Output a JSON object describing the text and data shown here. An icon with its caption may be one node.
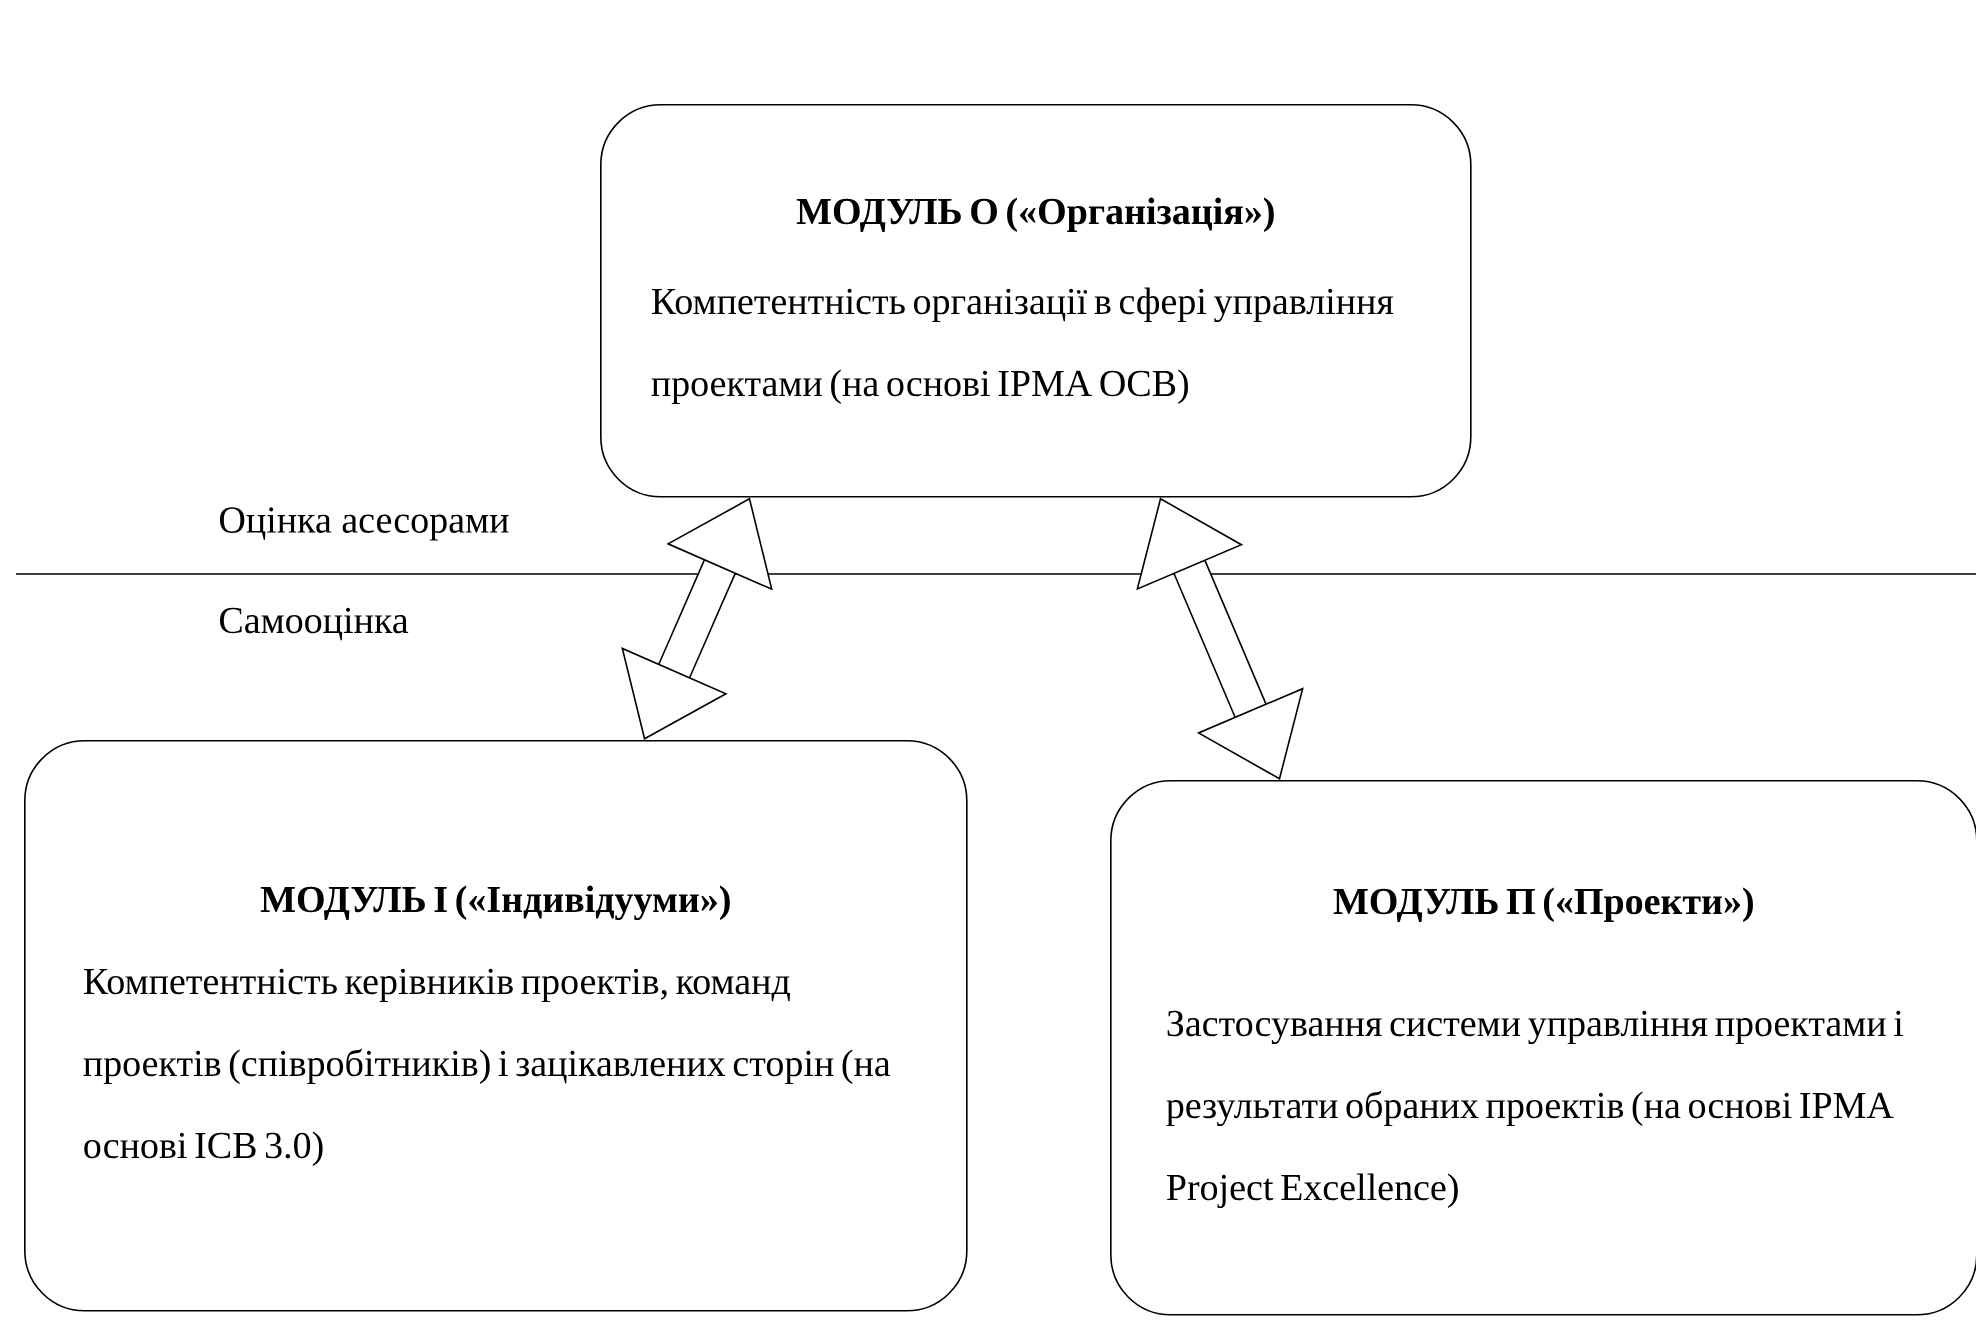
{
  "diagram": {
    "nodes": [
      {
        "text": [
          "МОДУЛЬ О («Організація»)",
          "Компетентність організації в сфері управління проектами (на основі IPMA OCB)"
        ]
      },
      {
        "text": [
          "МОДУЛЬ І («Індивідууми»)",
          "Компетентність керівників проектів, команд проектів (співробітників) і зацікавлених сторін (на основі ICB 3.0)"
        ]
      },
      {
        "text": [
          "МОДУЛЬ П («Проекти»)",
          "Застосування системи управління проектами і результати обраних проектів (на основі IPMA Project Excellence)"
        ]
      }
    ],
    "edges": [
      {
        "from": 0,
        "to": 1,
        "arrow": "both"
      },
      {
        "from": 0,
        "to": 2,
        "arrow": "both"
      }
    ],
    "labels": [
      "Оцінка асесорами",
      "Самооцінка"
    ]
  }
}
